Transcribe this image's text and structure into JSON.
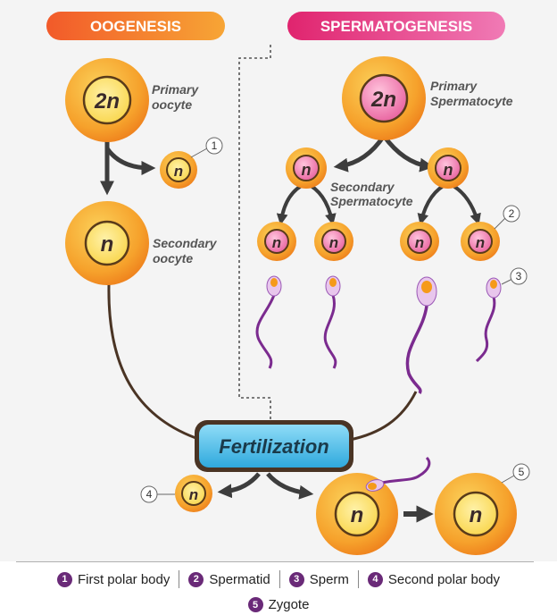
{
  "banners": {
    "oogenesis": "OOGENESIS",
    "spermatogenesis": "SPERMATOGENESIS"
  },
  "labels": {
    "primary_oocyte": [
      "Primary",
      "oocyte"
    ],
    "secondary_oocyte": [
      "Secondary",
      "oocyte"
    ],
    "primary_spermatocyte": [
      "Primary",
      "Spermatocyte"
    ],
    "secondary_spermatocyte": [
      "Secondary",
      "Spermatocyte"
    ],
    "fertilization": "Fertilization"
  },
  "ploidy": {
    "diploid": "2n",
    "haploid": "n"
  },
  "callouts": [
    "1",
    "2",
    "3",
    "4",
    "5"
  ],
  "legend": [
    {
      "num": "1",
      "text": "First polar body"
    },
    {
      "num": "2",
      "text": "Spermatid"
    },
    {
      "num": "3",
      "text": "Sperm"
    },
    {
      "num": "4",
      "text": "Second polar body"
    },
    {
      "num": "5",
      "text": "Zygote"
    }
  ],
  "colors": {
    "oocyte_fill": "#f7b531",
    "oocyte_rim": "#f28d22",
    "sperm_cell": "#f088b5",
    "sperm_tail": "#7b2b8f",
    "fertilization_box": "#5cc4ea",
    "connector": "#4a3424",
    "arrow": "#3d3d3d",
    "legend_badge": "#6a2a78"
  }
}
